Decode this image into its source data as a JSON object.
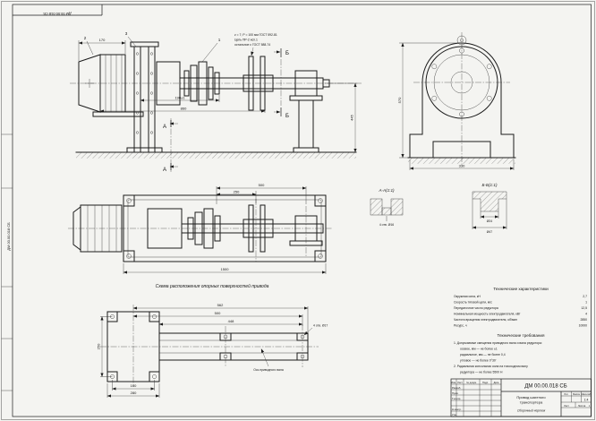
{
  "sheet": {
    "corner_code": "ДМ 00.00.018 СБ",
    "side_code": "ДМ 00.00.018 СБ"
  },
  "front_view": {
    "callout_1": "1",
    "callout_2": "2",
    "callout_3": "3",
    "section_label_a": "А",
    "section_label_b": "Б",
    "note_line1": "z = 7; P = 100 мм ГОСТ 592-81",
    "note_line2": "Цепь ПР-2 исп.1",
    "note_line3": "остальное с ГОСТ 588-74",
    "dim_motor_width": "170",
    "dim_coupling_span": "190±1",
    "dim_span": "860",
    "dim_height": "445"
  },
  "end_view": {
    "dim_width": "330",
    "dim_height": "570"
  },
  "plan_view": {
    "dim_500": "500",
    "dim_250": "250",
    "dim_length": "1500"
  },
  "section_a": {
    "title": "А-А(1:1)",
    "note": "4 отв. Ø16"
  },
  "section_b": {
    "title": "Б-Б(1:1)",
    "dim_inner": "Ø24",
    "dim_outer": "Ø47"
  },
  "schema": {
    "title": "Схема расположения опорных поверхностей привода",
    "dim_562": "562",
    "dim_500": "500",
    "dim_448": "448",
    "dim_160": "160",
    "dim_280": "280",
    "dim_250": "250",
    "holes_note": "4 отв. Ø17",
    "axis_note": "Ось приводного вала"
  },
  "tech_chars": {
    "title": "Технические характеристики",
    "items": [
      {
        "label": "Окружная сила, кН",
        "value": "2,7"
      },
      {
        "label": "Скорость тяговой цепи, м/с",
        "value": "1"
      },
      {
        "label": "Передаточное число редуктора",
        "value": "12,5"
      },
      {
        "label": "Номинальная мощность электродвигателя, кВт",
        "value": "4"
      },
      {
        "label": "Частота вращения электродвигателя, об/мин",
        "value": "2850"
      },
      {
        "label": "Ресурс, ч",
        "value": "10000"
      }
    ]
  },
  "tech_reqs": {
    "title": "Технические требования",
    "lines": [
      "1. Допускаемые смещения приводного вала и вала редуктора:",
      "осевое, мм — не более ±1",
      "радиальное, мм — не более 0,4",
      "угловое — не более 0°30'",
      "2. Радиальная консольная сила на тихоходном валу",
      "редуктора — не более 5500 Н"
    ]
  },
  "title_block": {
    "designation": "ДМ 00.00.018 СБ",
    "name_line1": "Привод шахтного",
    "name_line2": "транспортера",
    "doc_type": "Сборочный чертеж",
    "col_izm": "Изм.",
    "col_list": "Лист",
    "col_doc": "№ докум.",
    "col_sign": "Подп.",
    "col_date": "Дата",
    "row_razrab": "Разраб.",
    "row_prov": "Пров.",
    "row_tkontr": "Т.контр.",
    "row_nkontr": "Н.контр.",
    "row_utv": "Утв.",
    "lit_label": "Лит.",
    "mass_label": "Масса",
    "scale_label": "Масштаб",
    "scale_value": "1:4",
    "sheet_label": "Лист",
    "sheets_label": "Листов",
    "sheets_value": "1"
  }
}
